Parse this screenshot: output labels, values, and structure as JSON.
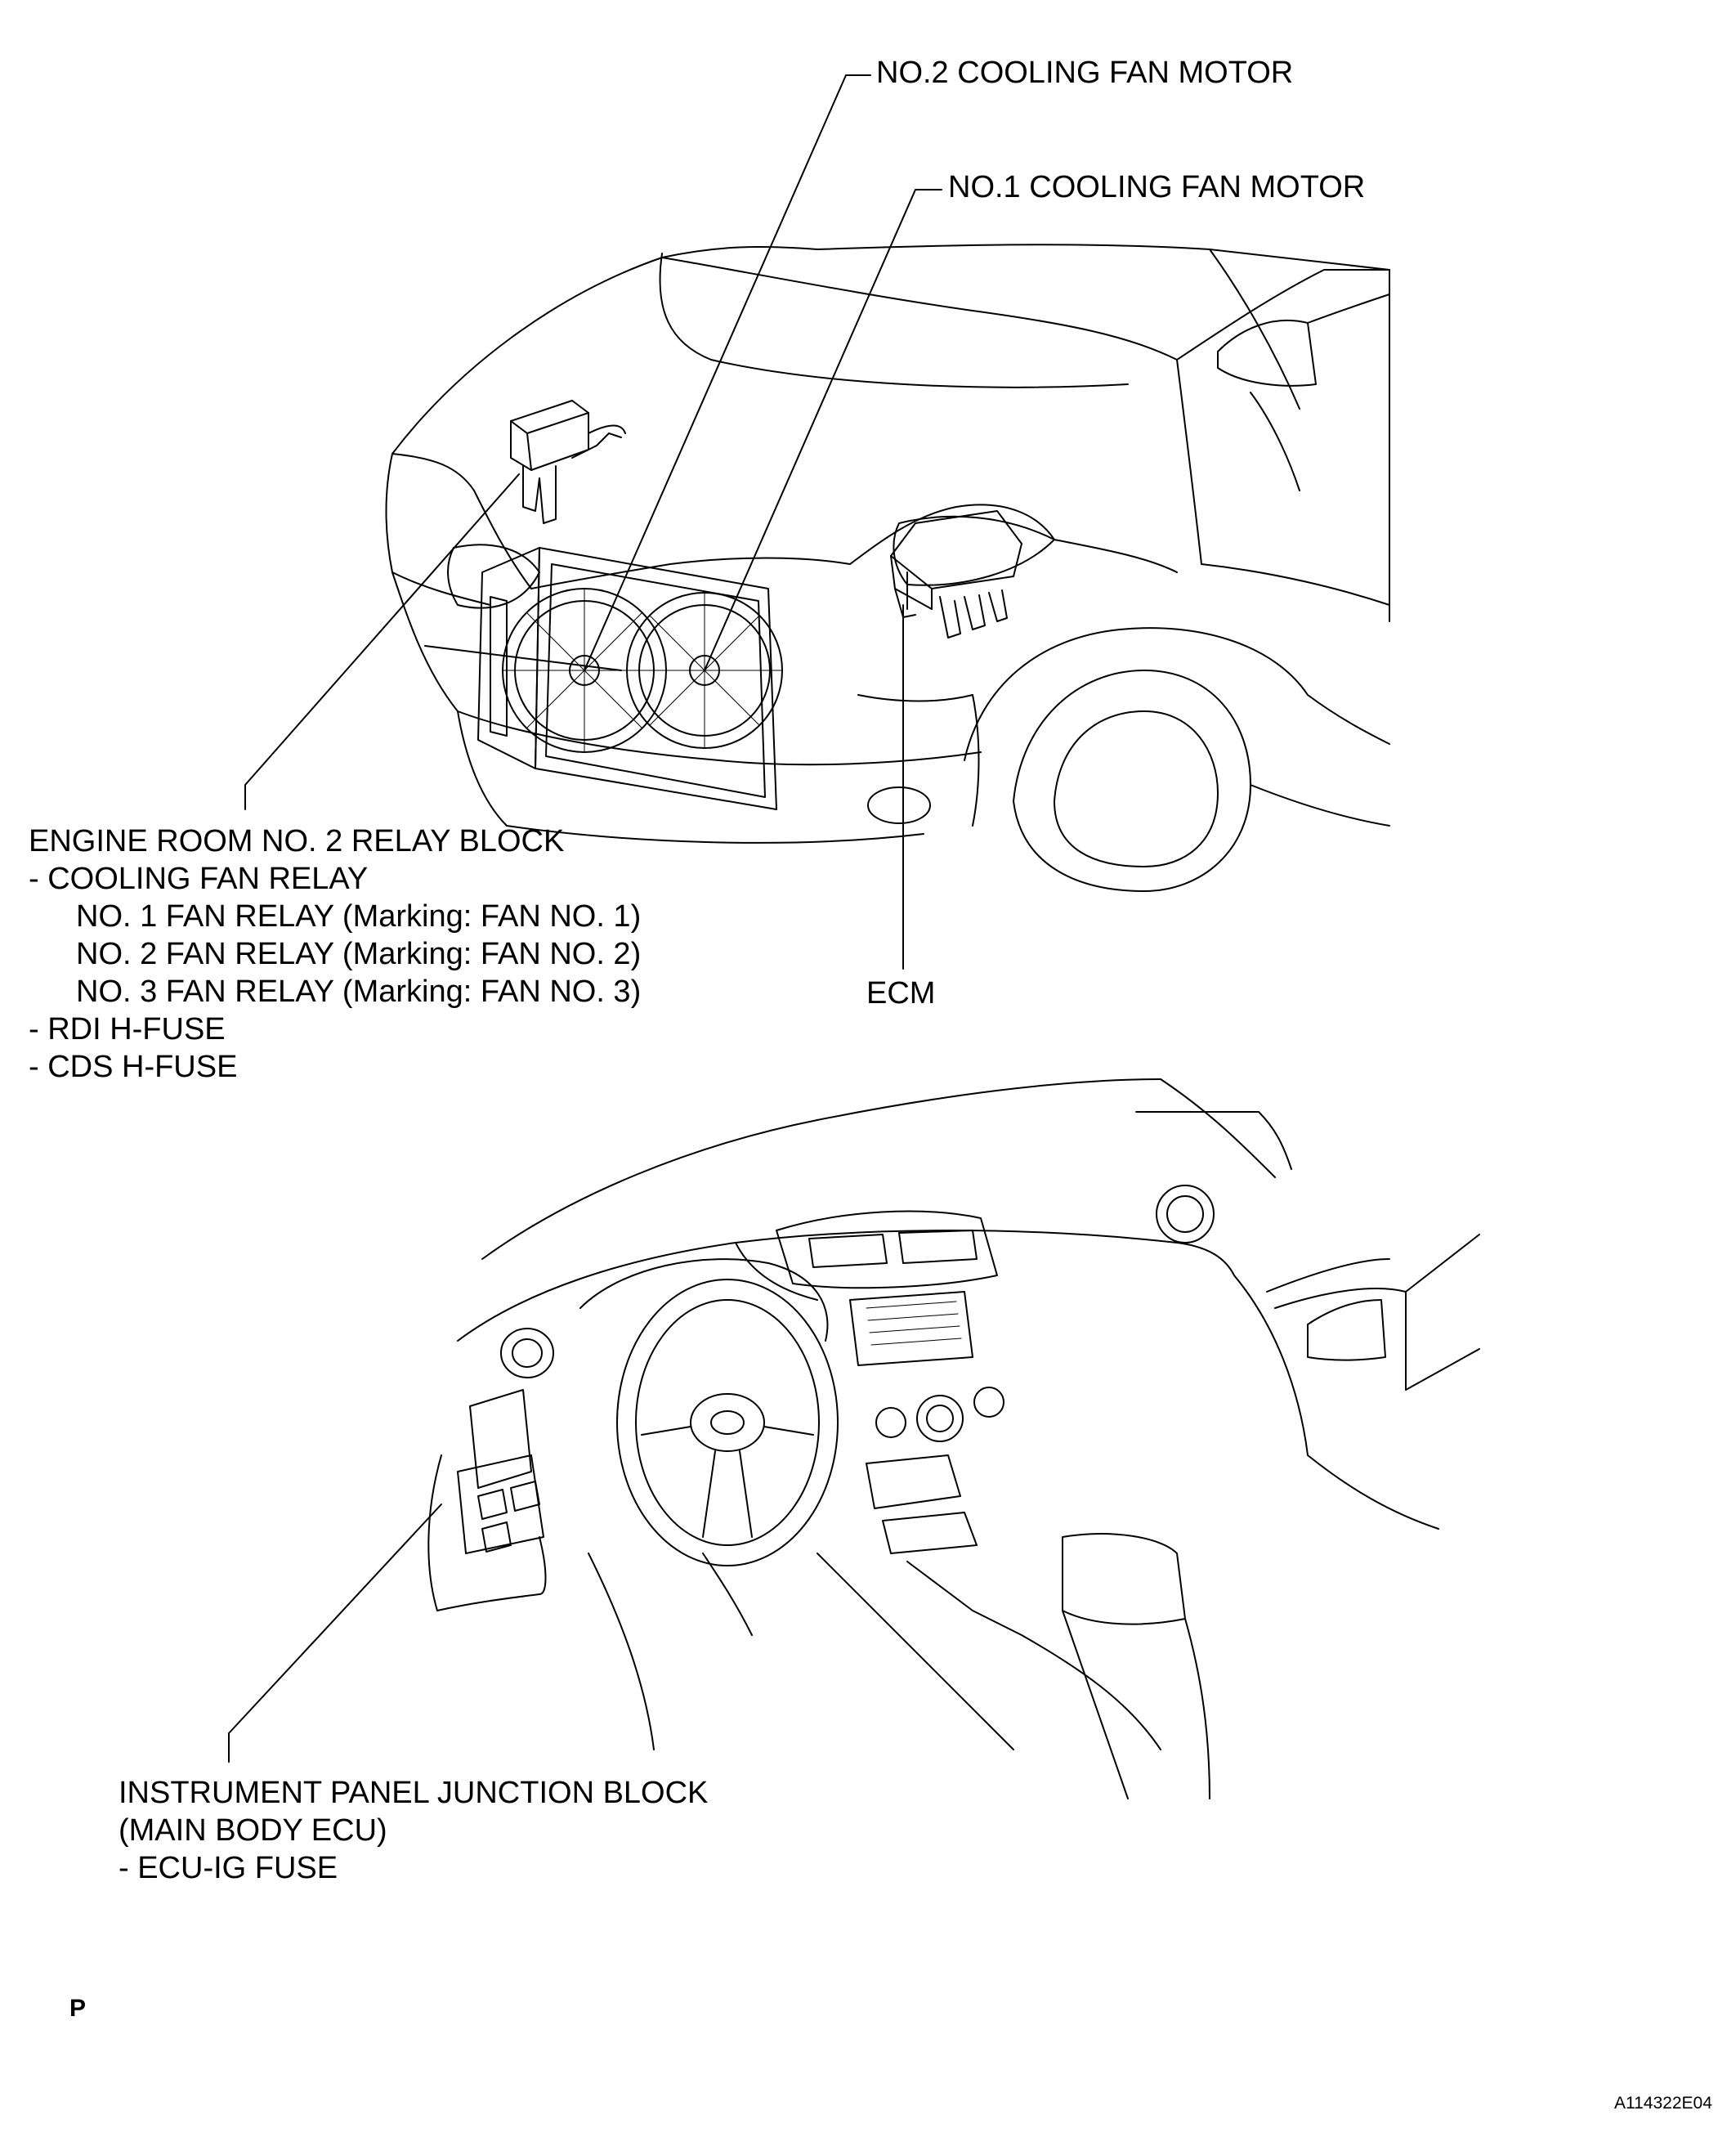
{
  "callouts": {
    "fan_motor_2": "NO.2 COOLING FAN MOTOR",
    "fan_motor_1": "NO.1 COOLING FAN MOTOR",
    "ecm": "ECM",
    "relay_block": {
      "title": "ENGINE ROOM NO. 2 RELAY BLOCK",
      "items": [
        "- COOLING FAN RELAY",
        "NO. 1 FAN RELAY (Marking: FAN NO. 1)",
        "NO. 2 FAN RELAY (Marking: FAN NO. 2)",
        "NO. 3 FAN RELAY (Marking: FAN NO. 3)",
        "- RDI H-FUSE",
        "- CDS H-FUSE"
      ]
    },
    "junction_block": {
      "title": "INSTRUMENT PANEL JUNCTION BLOCK",
      "lines": [
        "(MAIN BODY ECU)",
        "- ECU-IG FUSE"
      ]
    }
  },
  "footer": {
    "page_marker": "P",
    "figure_code": "A114322E04"
  },
  "style": {
    "line_color": "#000000",
    "background": "#ffffff"
  }
}
